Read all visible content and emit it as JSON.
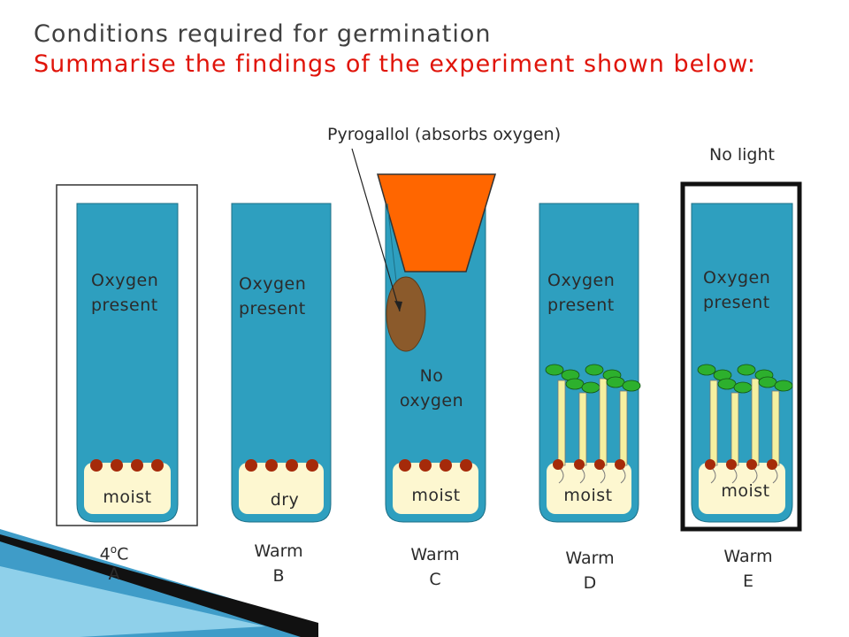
{
  "slide": {
    "title_line1": "Conditions required for germination",
    "title_line2": "Summarise the findings of the experiment shown below:"
  },
  "annotations": {
    "pyrogallol": "Pyrogallol (absorbs oxygen)",
    "no_light": "No light"
  },
  "tubes": [
    {
      "id": "A",
      "top_label": "Oxygen\npresent",
      "base_label": "moist",
      "condition": "4",
      "condition_sup": "o",
      "condition_unit": "C",
      "letter": "A",
      "seedlings": false
    },
    {
      "id": "B",
      "top_label": "Oxygen\npresent",
      "base_label": "dry",
      "condition": "Warm",
      "letter": "B",
      "seedlings": false
    },
    {
      "id": "C",
      "top_label": "No\noxygen",
      "base_label": "moist",
      "condition": "Warm",
      "letter": "C",
      "seedlings": false
    },
    {
      "id": "D",
      "top_label": "Oxygen\npresent",
      "base_label": "moist",
      "condition": "Warm",
      "letter": "D",
      "seedlings": true
    },
    {
      "id": "E",
      "top_label": "Oxygen\npresent",
      "base_label": "moist",
      "condition": "Warm",
      "letter": "E",
      "seedlings": true
    }
  ],
  "colors": {
    "tube_fill": "#2e9fbf",
    "cotton_wool": "#fdf7d0",
    "seed": "#a52a0a",
    "stopper": "#ff6600",
    "pyrogallol_bag": "#8b5a2b",
    "leaf": "#2db02d",
    "stem": "#f5f0a0",
    "title_grey": "#404040",
    "title_red": "#e0140a",
    "decor_blue": "#3f9cc8"
  }
}
